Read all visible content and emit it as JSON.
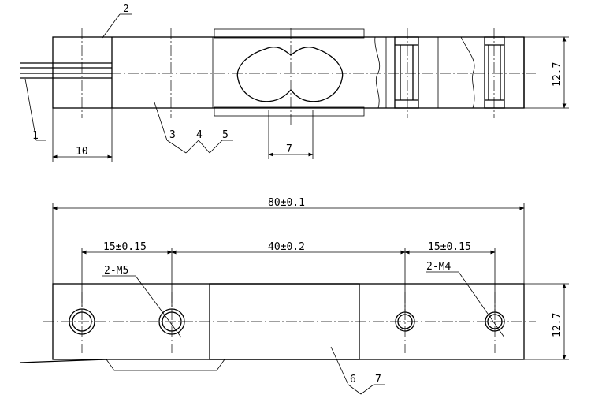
{
  "top_view": {
    "callouts": {
      "c1": "1",
      "c2": "2",
      "c3": "3",
      "c4": "4",
      "c5": "5"
    },
    "dims": {
      "length_left": "10",
      "hole_width": "7",
      "height": "12.7"
    }
  },
  "bottom_view": {
    "callouts": {
      "c6": "6",
      "c7": "7"
    },
    "dims": {
      "overall_length": "80±0.1",
      "left_spacing": "15±0.15",
      "center_span": "40±0.2",
      "right_spacing": "15±0.15",
      "height": "12.7"
    },
    "holes": {
      "left": "2-M5",
      "right": "2-M4"
    }
  }
}
